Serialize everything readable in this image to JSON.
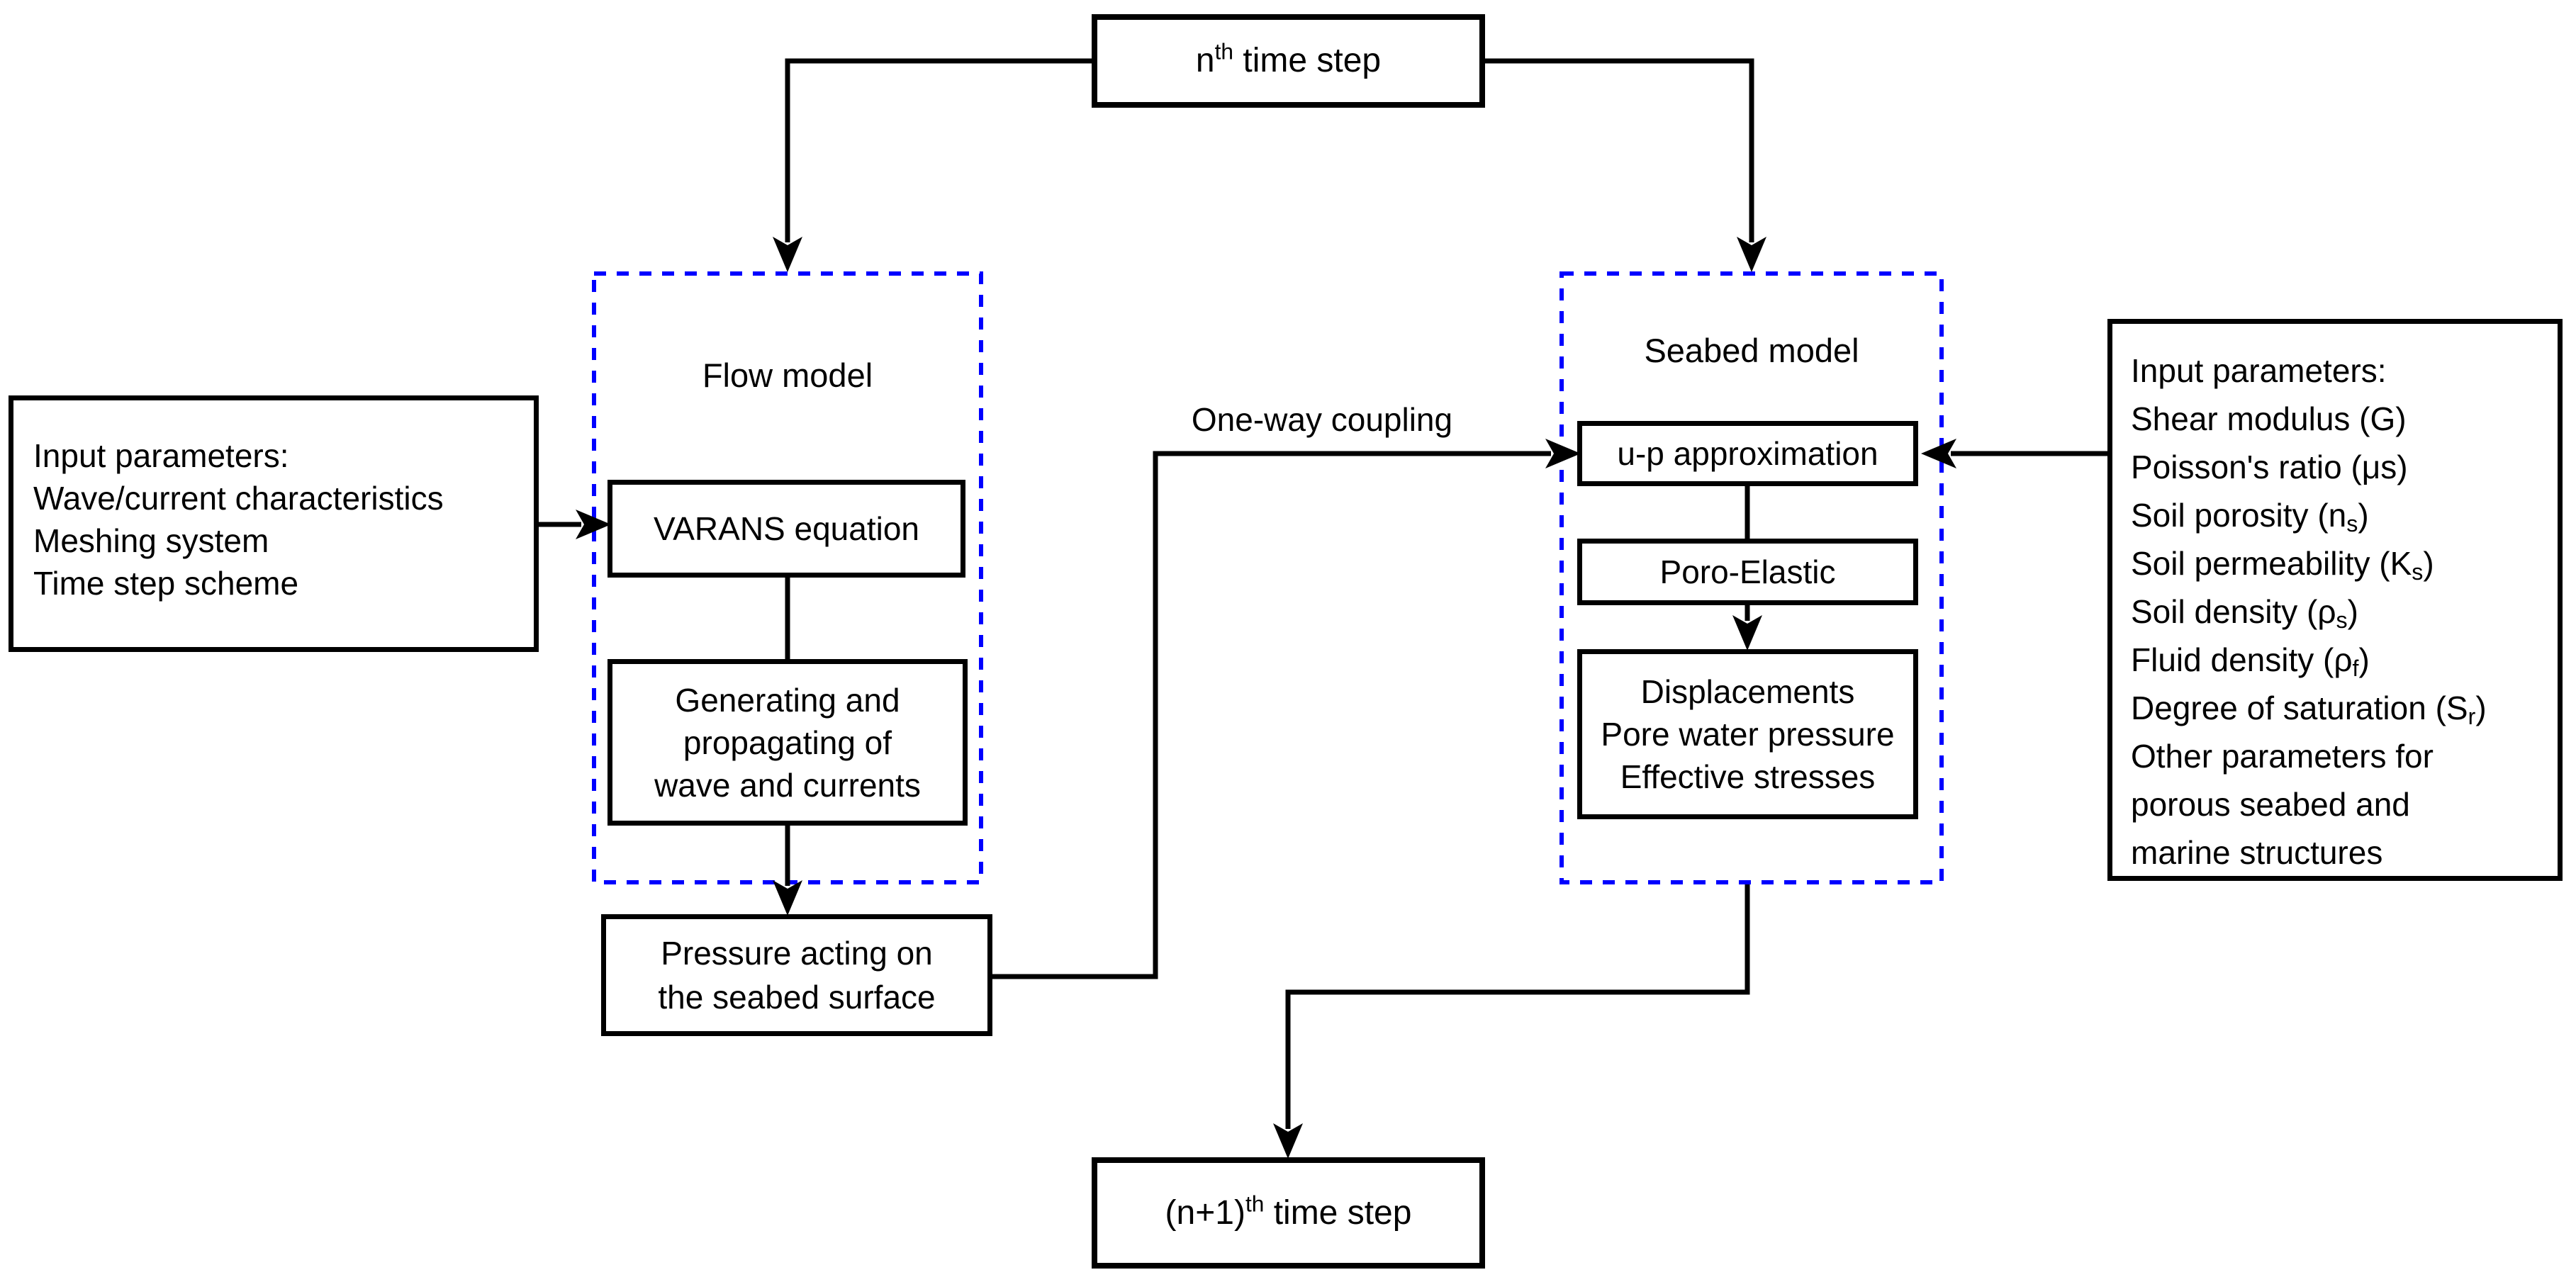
{
  "colors": {
    "line": "#000000",
    "dashed_border": "#0000ff",
    "background": "#ffffff",
    "text": "#000000"
  },
  "top_box": {
    "pre": "n",
    "sup": "th",
    "post": " time step"
  },
  "bottom_box": {
    "pre": "(n+1)",
    "sup": "th",
    "post": " time step"
  },
  "left_params_box": {
    "lines": [
      "Input parameters:",
      "Wave/current characteristics",
      "Meshing system",
      "Time step scheme"
    ]
  },
  "flow_model": {
    "title": "Flow model",
    "varans_label": "VARANS equation",
    "generating_lines": [
      "Generating and",
      "propagating of",
      "wave and currents"
    ]
  },
  "pressure_box": {
    "lines": [
      "Pressure acting on",
      "the seabed surface"
    ]
  },
  "coupling_label": "One-way coupling",
  "seabed_model": {
    "title": "Seabed model",
    "up_label": "u-p approximation",
    "poro_label": "Poro-Elastic",
    "output_lines": [
      "Displacements",
      "Pore water pressure",
      "Effective stresses"
    ]
  },
  "right_params_box": {
    "lines": [
      {
        "pre": "Input parameters:",
        "sub": "",
        "post": ""
      },
      {
        "pre": "Shear modulus (G)",
        "sub": "",
        "post": ""
      },
      {
        "pre": "Poisson's ratio (μs)",
        "sub": "",
        "post": ""
      },
      {
        "pre": "Soil porosity (n",
        "sub": "s",
        "post": ")"
      },
      {
        "pre": "Soil permeability (K",
        "sub": "s",
        "post": ")"
      },
      {
        "pre": "Soil density (ρ",
        "sub": "s",
        "post": ")"
      },
      {
        "pre": "Fluid density (ρ",
        "sub": "f",
        "post": ")"
      },
      {
        "pre": "Degree of saturation (S",
        "sub": "r",
        "post": ")"
      },
      {
        "pre": "Other parameters for",
        "sub": "",
        "post": ""
      },
      {
        "pre": "porous seabed and",
        "sub": "",
        "post": ""
      },
      {
        "pre": "marine structures",
        "sub": "",
        "post": ""
      }
    ]
  }
}
